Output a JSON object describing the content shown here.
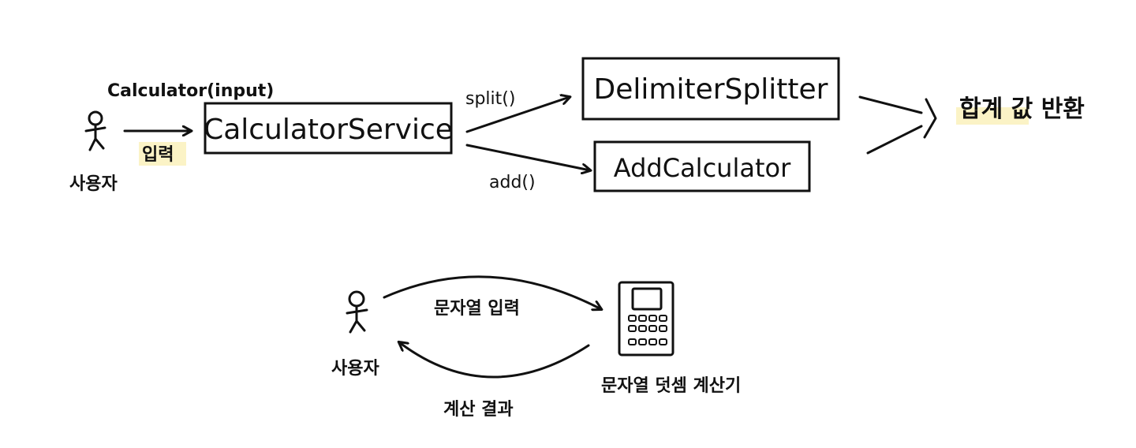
{
  "top_flow": {
    "user_label": "사용자",
    "call_label": "Calculator(input)",
    "input_label": "입력",
    "service_box": "CalculatorService",
    "split_label": "split()",
    "add_label": "add()",
    "splitter_box": "DelimiterSplitter",
    "adder_box": "AddCalculator",
    "result_label": "합계 값 반환"
  },
  "bottom_flow": {
    "user_label": "사용자",
    "request_label": "문자열 입력",
    "response_label": "계산 결과",
    "calculator_label": "문자열 덧셈 계산기"
  },
  "colors": {
    "ink": "#111111",
    "highlight": "#fbf3c6",
    "background": "#ffffff"
  }
}
